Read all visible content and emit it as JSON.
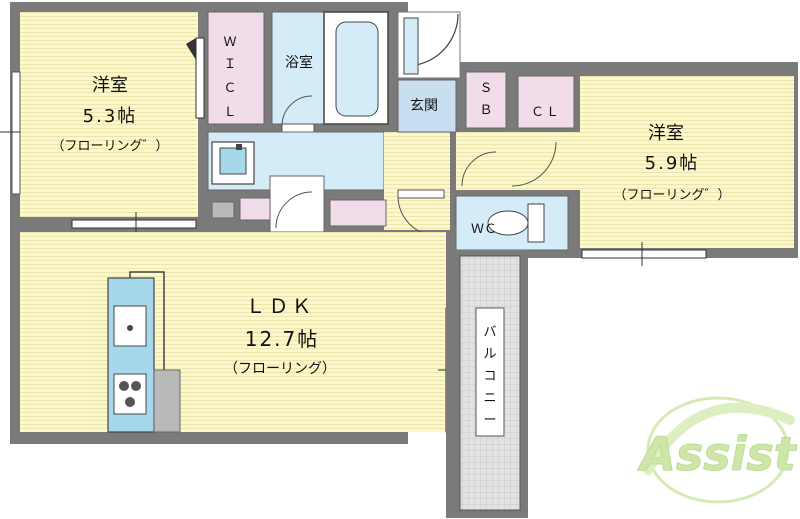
{
  "rooms": {
    "western_room_left": {
      "name": "洋室",
      "size": "5.3帖",
      "floor": "（フローリング゛）"
    },
    "western_room_right": {
      "name": "洋室",
      "size": "5.9帖",
      "floor": "（フローリング゛）"
    },
    "ldk": {
      "name": "ＬＤＫ",
      "size": "12.7帖",
      "floor": "（フローリング）"
    },
    "wcl": {
      "chars": [
        "Ｗ",
        "Ｉ",
        "Ｃ",
        "Ｌ"
      ]
    },
    "bathroom": "浴室",
    "entrance": "玄関",
    "shoe_box": {
      "chars": [
        "Ｓ",
        "Ｂ"
      ]
    },
    "closet": "ＣＬ",
    "wc": "ＷＣ",
    "balcony": {
      "chars": [
        "バ",
        "ル",
        "コ",
        "ニ",
        "ー"
      ]
    }
  },
  "logo": {
    "text": "Assist"
  },
  "colors": {
    "floor": "#fbf7cf",
    "wet_area": "#d3ecf7",
    "storage": "#f1dcea",
    "wall": "#6f6f6f",
    "kitchen": "#a6d7ea",
    "logo": "#c6e39a"
  }
}
